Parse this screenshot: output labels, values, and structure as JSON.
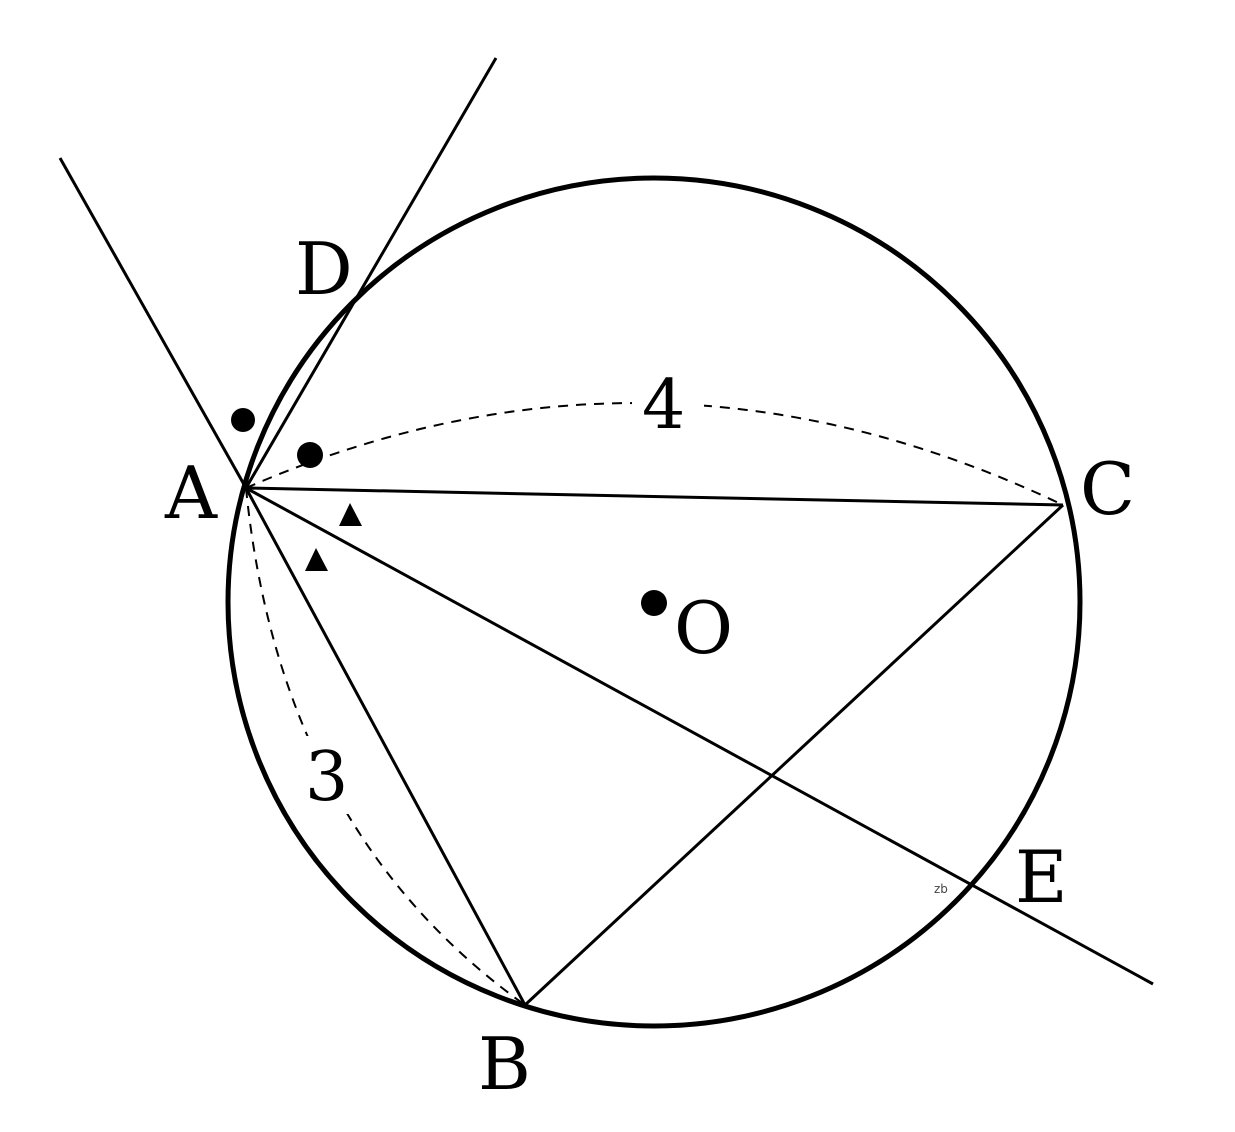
{
  "diagram": {
    "colors": {
      "stroke": "#000000",
      "background": "#ffffff"
    },
    "points": {
      "A": "A",
      "B": "B",
      "C": "C",
      "D": "D",
      "E": "E",
      "O": "O"
    },
    "measures": {
      "ab": "3",
      "ac": "4"
    },
    "annotations": {
      "small_mark": "zb"
    },
    "angle_marks": {
      "dot_marks": 2,
      "triangle_marks": 2
    }
  }
}
